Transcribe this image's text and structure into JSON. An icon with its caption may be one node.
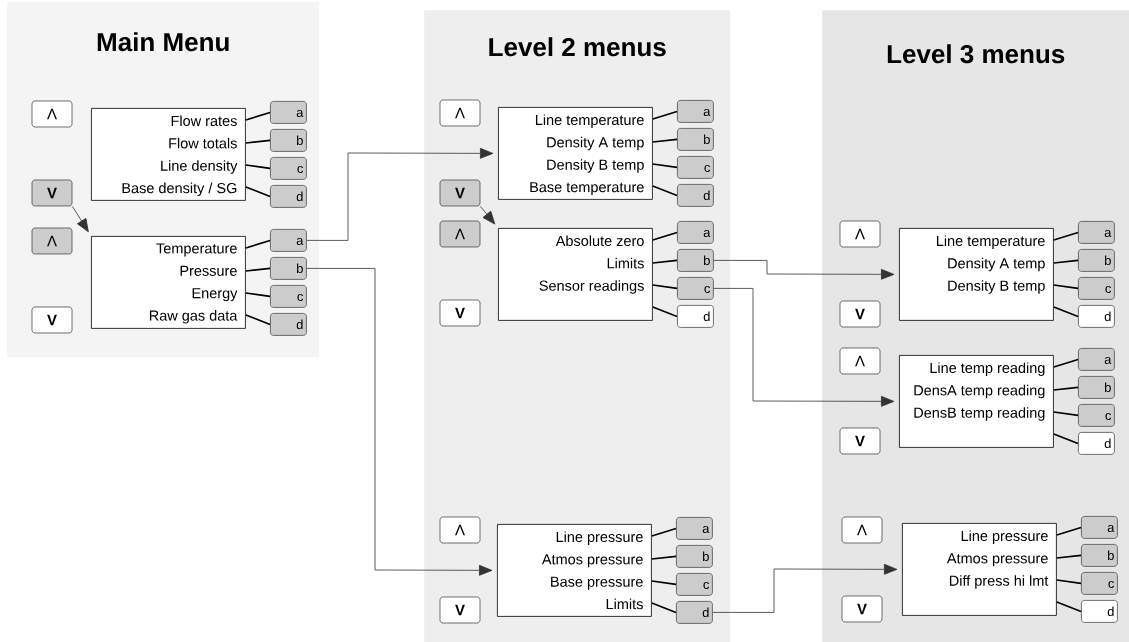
{
  "diagram": {
    "nodes": [
      {
        "text": [
          "Main Menu"
        ]
      },
      {
        "text": [
          "Λ"
        ],
        "in": 0
      },
      {
        "text": [
          "Flow rates",
          "Flow totals",
          "Line density",
          "Base density / SG"
        ],
        "in": 0
      },
      {
        "text": [
          "a"
        ],
        "in": 0
      },
      {
        "text": [
          "b"
        ],
        "in": 0
      },
      {
        "text": [
          "c"
        ],
        "in": 0
      },
      {
        "text": [
          "d"
        ],
        "in": 0
      },
      {
        "text": [
          "V"
        ],
        "in": 0
      },
      {
        "text": [
          "Λ"
        ],
        "in": 0
      },
      {
        "text": [
          "Temperature",
          "Pressure",
          "Energy",
          "Raw gas data"
        ],
        "in": 0
      },
      {
        "text": [
          "a"
        ],
        "in": 0
      },
      {
        "text": [
          "b"
        ],
        "in": 0
      },
      {
        "text": [
          "c"
        ],
        "in": 0
      },
      {
        "text": [
          "d"
        ],
        "in": 0
      },
      {
        "text": [
          "V"
        ],
        "in": 0
      },
      {
        "text": [
          "Level 2 menus"
        ]
      },
      {
        "text": [
          "Λ"
        ],
        "in": 15
      },
      {
        "text": [
          "Line temperature",
          "Density A temp",
          "Density B temp",
          "Base temperature"
        ],
        "in": 15
      },
      {
        "text": [
          "a"
        ],
        "in": 15
      },
      {
        "text": [
          "b"
        ],
        "in": 15
      },
      {
        "text": [
          "c"
        ],
        "in": 15
      },
      {
        "text": [
          "d"
        ],
        "in": 15
      },
      {
        "text": [
          "V"
        ],
        "in": 15
      },
      {
        "text": [
          "Λ"
        ],
        "in": 15
      },
      {
        "text": [
          "Absolute zero",
          "Limits",
          "Sensor readings"
        ],
        "in": 15
      },
      {
        "text": [
          "a"
        ],
        "in": 15
      },
      {
        "text": [
          "b"
        ],
        "in": 15
      },
      {
        "text": [
          "c"
        ],
        "in": 15
      },
      {
        "text": [
          "d"
        ],
        "in": 15
      },
      {
        "text": [
          "V"
        ],
        "in": 15
      },
      {
        "text": [
          "Λ"
        ],
        "in": 15
      },
      {
        "text": [
          "Line pressure",
          "Atmos pressure",
          "Base pressure",
          "Limits"
        ],
        "in": 15
      },
      {
        "text": [
          "a"
        ],
        "in": 15
      },
      {
        "text": [
          "b"
        ],
        "in": 15
      },
      {
        "text": [
          "c"
        ],
        "in": 15
      },
      {
        "text": [
          "d"
        ],
        "in": 15
      },
      {
        "text": [
          "V"
        ],
        "in": 15
      },
      {
        "text": [
          "Level 3 menus"
        ]
      },
      {
        "text": [
          "Λ"
        ],
        "in": 37
      },
      {
        "text": [
          "Line temperature",
          "Density A temp",
          "Density B temp"
        ],
        "in": 37
      },
      {
        "text": [
          "a"
        ],
        "in": 37
      },
      {
        "text": [
          "b"
        ],
        "in": 37
      },
      {
        "text": [
          "c"
        ],
        "in": 37
      },
      {
        "text": [
          "d"
        ],
        "in": 37
      },
      {
        "text": [
          "V"
        ],
        "in": 37
      },
      {
        "text": [
          "Λ"
        ],
        "in": 37
      },
      {
        "text": [
          "Line temp reading",
          "DensA temp reading",
          "DensB temp reading"
        ],
        "in": 37
      },
      {
        "text": [
          "a"
        ],
        "in": 37
      },
      {
        "text": [
          "b"
        ],
        "in": 37
      },
      {
        "text": [
          "c"
        ],
        "in": 37
      },
      {
        "text": [
          "d"
        ],
        "in": 37
      },
      {
        "text": [
          "V"
        ],
        "in": 37
      },
      {
        "text": [
          "Λ"
        ],
        "in": 37
      },
      {
        "text": [
          "Line pressure",
          "Atmos pressure",
          "Diff press hi lmt"
        ],
        "in": 37
      },
      {
        "text": [
          "a"
        ],
        "in": 37
      },
      {
        "text": [
          "b"
        ],
        "in": 37
      },
      {
        "text": [
          "c"
        ],
        "in": 37
      },
      {
        "text": [
          "d"
        ],
        "in": 37
      },
      {
        "text": [
          "V"
        ],
        "in": 37
      }
    ],
    "edges": [
      {
        "from": 2,
        "to": 3,
        "arrow": "none"
      },
      {
        "from": 2,
        "to": 4,
        "arrow": "none"
      },
      {
        "from": 2,
        "to": 5,
        "arrow": "none"
      },
      {
        "from": 2,
        "to": 6,
        "arrow": "none"
      },
      {
        "from": 9,
        "to": 10,
        "arrow": "none"
      },
      {
        "from": 9,
        "to": 11,
        "arrow": "none"
      },
      {
        "from": 9,
        "to": 12,
        "arrow": "none"
      },
      {
        "from": 9,
        "to": 13,
        "arrow": "none"
      },
      {
        "from": 17,
        "to": 18,
        "arrow": "none"
      },
      {
        "from": 17,
        "to": 19,
        "arrow": "none"
      },
      {
        "from": 17,
        "to": 20,
        "arrow": "none"
      },
      {
        "from": 17,
        "to": 21,
        "arrow": "none"
      },
      {
        "from": 24,
        "to": 25,
        "arrow": "none"
      },
      {
        "from": 24,
        "to": 26,
        "arrow": "none"
      },
      {
        "from": 24,
        "to": 27,
        "arrow": "none"
      },
      {
        "from": 24,
        "to": 28,
        "arrow": "none"
      },
      {
        "from": 31,
        "to": 32,
        "arrow": "none"
      },
      {
        "from": 31,
        "to": 33,
        "arrow": "none"
      },
      {
        "from": 31,
        "to": 34,
        "arrow": "none"
      },
      {
        "from": 31,
        "to": 35,
        "arrow": "none"
      },
      {
        "from": 39,
        "to": 40,
        "arrow": "none"
      },
      {
        "from": 39,
        "to": 41,
        "arrow": "none"
      },
      {
        "from": 39,
        "to": 42,
        "arrow": "none"
      },
      {
        "from": 39,
        "to": 43,
        "arrow": "none"
      },
      {
        "from": 46,
        "to": 47,
        "arrow": "none"
      },
      {
        "from": 46,
        "to": 48,
        "arrow": "none"
      },
      {
        "from": 46,
        "to": 49,
        "arrow": "none"
      },
      {
        "from": 46,
        "to": 50,
        "arrow": "none"
      },
      {
        "from": 53,
        "to": 54,
        "arrow": "none"
      },
      {
        "from": 53,
        "to": 55,
        "arrow": "none"
      },
      {
        "from": 53,
        "to": 56,
        "arrow": "none"
      },
      {
        "from": 53,
        "to": 57,
        "arrow": "none"
      },
      {
        "from": 7,
        "to": 9,
        "arrow": "to"
      },
      {
        "from": 10,
        "to": 17,
        "arrow": "to"
      },
      {
        "from": 11,
        "to": 31,
        "arrow": "to"
      },
      {
        "from": 22,
        "to": 24,
        "arrow": "to"
      },
      {
        "from": 26,
        "to": 39,
        "arrow": "to"
      },
      {
        "from": 27,
        "to": 46,
        "arrow": "to"
      },
      {
        "from": 35,
        "to": 53,
        "arrow": "to"
      }
    ]
  }
}
